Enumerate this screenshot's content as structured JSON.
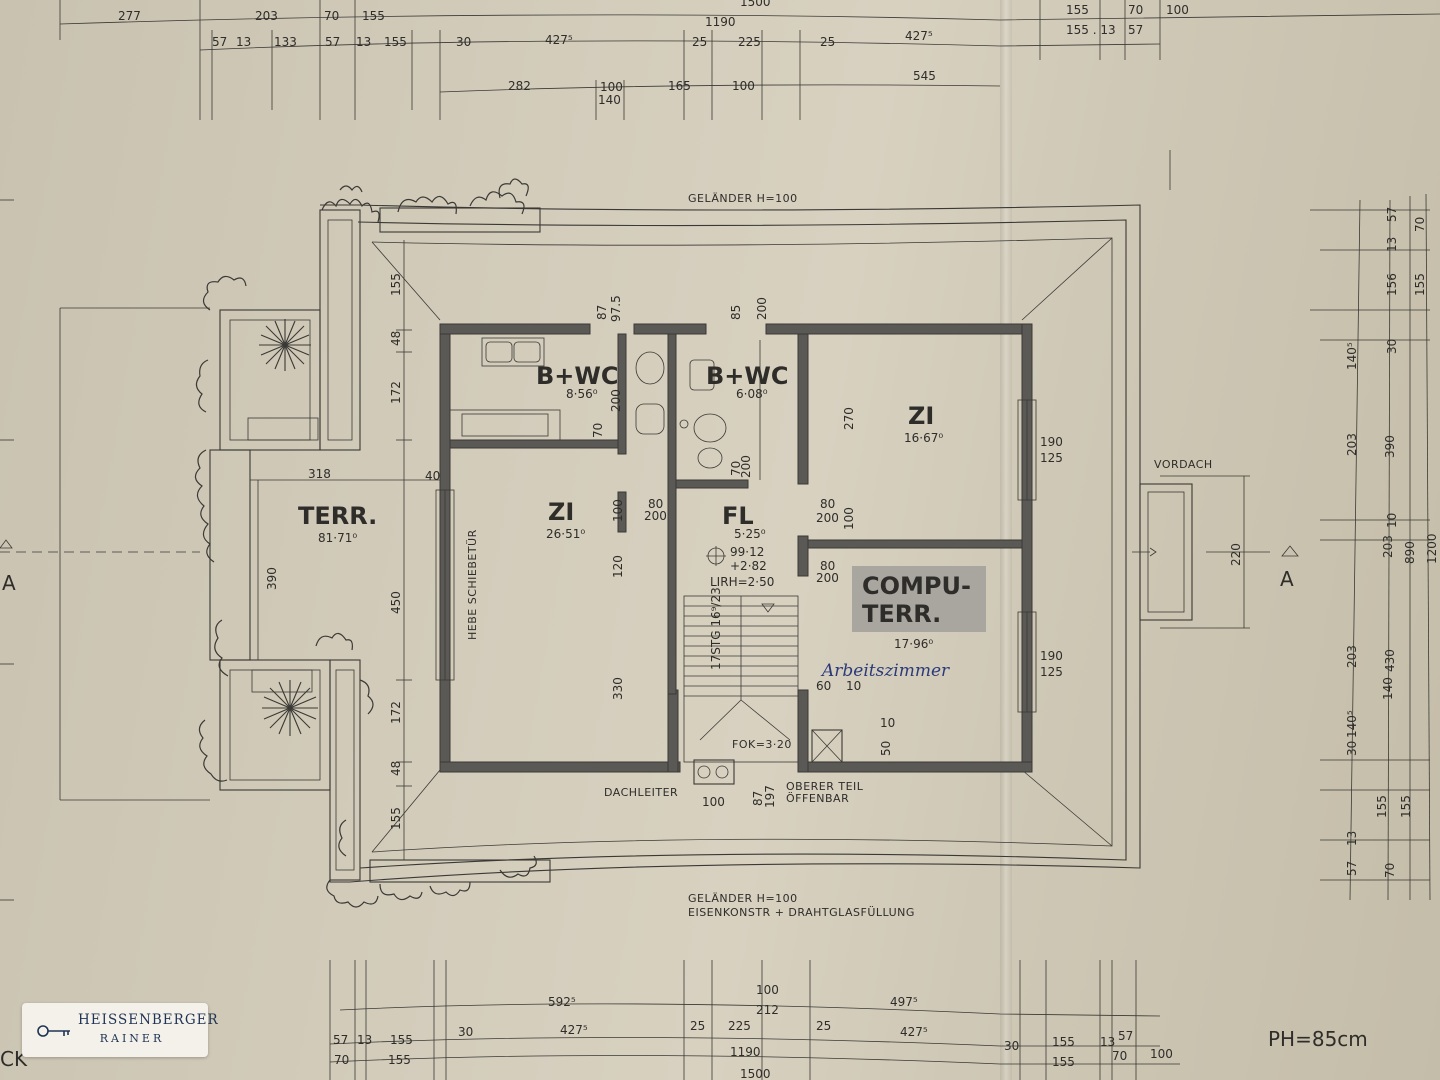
{
  "plan": {
    "rooms": {
      "bath1": {
        "name": "B+WC",
        "area": "8·56⁰"
      },
      "bath2": {
        "name": "B+WC",
        "area": "6·08⁰"
      },
      "room_right": {
        "name": "ZI",
        "area": "16·67⁰"
      },
      "room_center": {
        "name": "ZI",
        "area": "26·51⁰"
      },
      "hall": {
        "name": "FL",
        "area": "5·25⁰"
      },
      "terrace": {
        "name": "TERR.",
        "area": "81·71⁰"
      },
      "computer": {
        "name_line1": "COMPU-",
        "name_line2": "TERR.",
        "area": "17·96⁰"
      }
    },
    "hall_levels": {
      "level": "99·12",
      "height_offset": "+2·82",
      "clear_height": "LIRH=2·50"
    },
    "stairs": {
      "label": "17STG 16⁹/23"
    },
    "notes": {
      "railing_top": "GELÄNDER H=100",
      "railing_bottom_1": "GELÄNDER H=100",
      "railing_bottom_2": "EISENKONSTR + DRAHTGLASFÜLLUNG",
      "canopy": "VORDACH",
      "roof_ladder": "DACHLEITER",
      "upper_part_1": "OBERER TEIL",
      "upper_part_2": "ÖFFENBAR",
      "lift_slide_door": "HEBE SCHIEBETÜR",
      "floor_level": "FOK=3·20",
      "ph": "PH=85cm",
      "handwritten": "Arbeitszimmer"
    },
    "section_marks": {
      "left": "A",
      "right": "A",
      "edge": "CK"
    },
    "dimensions": {
      "top_row1": [
        "277",
        "203",
        "70",
        "155",
        "1190",
        "155",
        "70",
        "100"
      ],
      "top_row2": [
        "57",
        "13",
        "133",
        "57",
        "13",
        "155",
        "30",
        "427⁵",
        "25",
        "225",
        "25",
        "427⁵",
        "155 . 13",
        "57"
      ],
      "top_row3": [
        "282",
        "100",
        "140",
        "165",
        "100",
        "545"
      ],
      "bottom_row1": [
        "592⁵",
        "100",
        "212",
        "497⁵"
      ],
      "bottom_row2": [
        "57",
        "13",
        "155",
        "30",
        "427⁵",
        "25",
        "225",
        "25",
        "427⁵",
        "30",
        "155",
        "13",
        "57"
      ],
      "bottom_row3": [
        "70",
        "155",
        "1190",
        "155",
        "70",
        "100"
      ],
      "bottom_row4": "1500",
      "top_total": "1500",
      "right_col1": [
        "57",
        "13",
        "156",
        "140⁵",
        "203",
        "10",
        "203",
        "140⁵",
        "30",
        "13",
        "57"
      ],
      "right_col2": [
        "70",
        "155",
        "390",
        "890",
        "430",
        "155",
        "70"
      ],
      "right_col3": [
        "1200"
      ],
      "right_col_misc": [
        "30",
        "30",
        "155"
      ],
      "left_vertical": [
        "155",
        "48",
        "172",
        "450",
        "172",
        "48",
        "155"
      ],
      "terrace_width": "318",
      "terrace_depth": "390",
      "door_40": "40",
      "bath_dims": [
        "87",
        "97.5",
        "85",
        "200",
        "70",
        "200",
        "200",
        "70"
      ],
      "room_dims": [
        "100",
        "120",
        "330",
        "100",
        "270",
        "80",
        "200",
        "80",
        "200",
        "80",
        "200",
        "60",
        "10",
        "10",
        "50",
        "100",
        "87",
        "197"
      ],
      "window_dims": [
        "190",
        "125",
        "190",
        "125"
      ],
      "canopy_dim": "220"
    }
  },
  "logo": {
    "name": "HEISSENBERGER",
    "sub": "RAINER"
  }
}
